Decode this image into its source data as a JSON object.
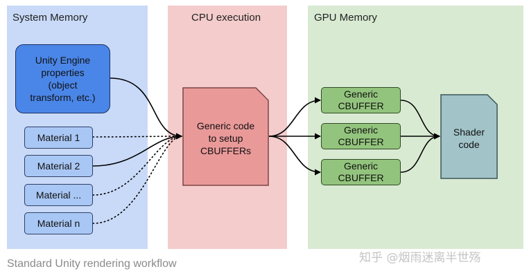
{
  "columns": {
    "system": {
      "title": "System Memory",
      "color": "#c9daf8"
    },
    "cpu": {
      "title": "CPU execution",
      "color": "#f4cccc"
    },
    "gpu": {
      "title": "GPU Memory",
      "color": "#d9ead3"
    }
  },
  "engine_box": {
    "label": "Unity Engine\nproperties\n(object\ntransform, etc.)",
    "color": "#4a86e8"
  },
  "materials": [
    {
      "label": "Material 1",
      "link": "dotted"
    },
    {
      "label": "Material 2",
      "link": "solid"
    },
    {
      "label": "Material ...",
      "link": "dotted"
    },
    {
      "label": "Material n",
      "link": "dotted"
    }
  ],
  "cpu_doc": {
    "label": "Generic code\nto setup\nCBUFFERs",
    "color": "#ea9999"
  },
  "cbuffers": [
    {
      "label": "Generic\nCBUFFER"
    },
    {
      "label": "Generic\nCBUFFER"
    },
    {
      "label": "Generic\nCBUFFER"
    }
  ],
  "shader_doc": {
    "label": "Shader\ncode",
    "color": "#a2c4c9"
  },
  "caption": "Standard Unity rendering workflow",
  "watermark": "知乎 @烟雨迷离半世殇"
}
